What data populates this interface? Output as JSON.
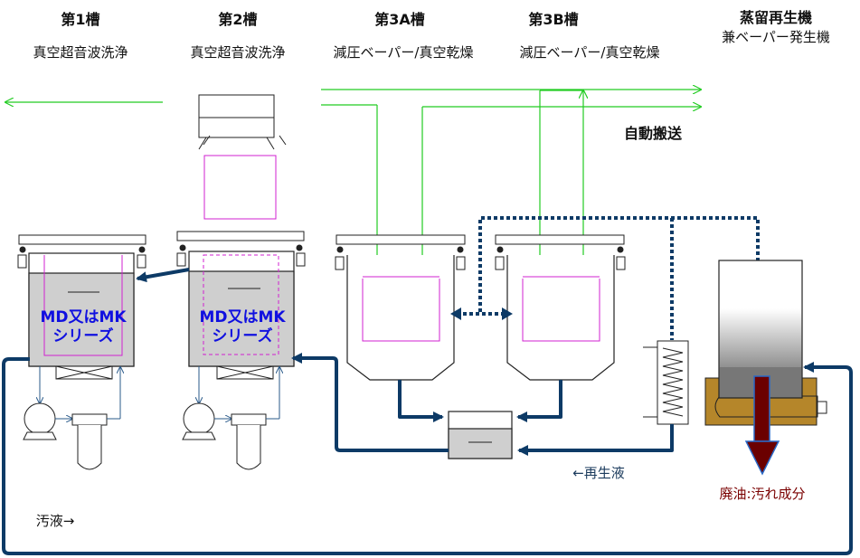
{
  "colors": {
    "pipe": "#0d3a66",
    "green": "#22cc22",
    "magenta": "#d020d0",
    "liquid": "#cfcfcf",
    "heater": "#b5862a",
    "waste_arrow": "#6b0000",
    "media_blue": "#1010e0"
  },
  "tanks": [
    {
      "title": "第1槽",
      "subtitle": "真空超音波洗浄"
    },
    {
      "title": "第2槽",
      "subtitle": "真空超音波洗浄"
    },
    {
      "title": "第3A槽",
      "subtitle": "減圧ベーパー/真空乾燥"
    },
    {
      "title": "第3B槽",
      "subtitle": "減圧ベーパー/真空乾燥"
    }
  ],
  "distiller": {
    "title": "蒸留再生機",
    "subtitle": "兼ベーパー発生機"
  },
  "labels": {
    "auto_transfer": "自動搬送",
    "media_line1": "MD又はMK",
    "media_line2": "シリーズ",
    "regenerated": "←再生液",
    "waste_oil": "廃油:汚れ成分",
    "dirty_liquid": "汚液→"
  }
}
